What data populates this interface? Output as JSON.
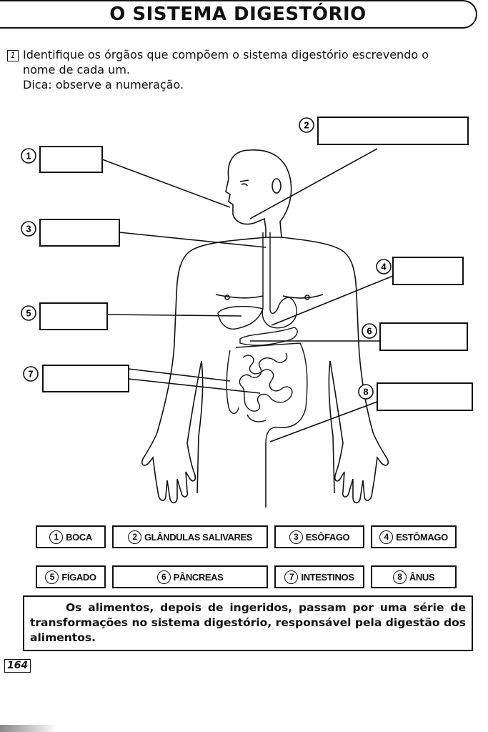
{
  "title": "O SISTEMA DIGESTÓRIO",
  "instruction": {
    "number": "1",
    "line1": "Identifique os órgãos que compõem o sistema digestório escrevendo o",
    "line2": "nome de cada um.",
    "line3": "Dica: observe a numeração."
  },
  "diagram_labels": [
    "1",
    "2",
    "3",
    "4",
    "5",
    "6",
    "7",
    "8"
  ],
  "answer_key": [
    {
      "num": "1",
      "label": "BOCA"
    },
    {
      "num": "2",
      "label": "GLÂNDULAS SALIVARES"
    },
    {
      "num": "3",
      "label": "ESÔFAGO"
    },
    {
      "num": "4",
      "label": "ESTÔMAGO"
    },
    {
      "num": "5",
      "label": "FÍGADO"
    },
    {
      "num": "6",
      "label": "PÂNCREAS"
    },
    {
      "num": "7",
      "label": "INTESTINOS"
    },
    {
      "num": "8",
      "label": "ÂNUS"
    }
  ],
  "summary": "Os alimentos, depois de ingeridos, passam por uma série de transformações no sistema digestório, responsável pela digestão dos alimentos.",
  "page_number": "164"
}
